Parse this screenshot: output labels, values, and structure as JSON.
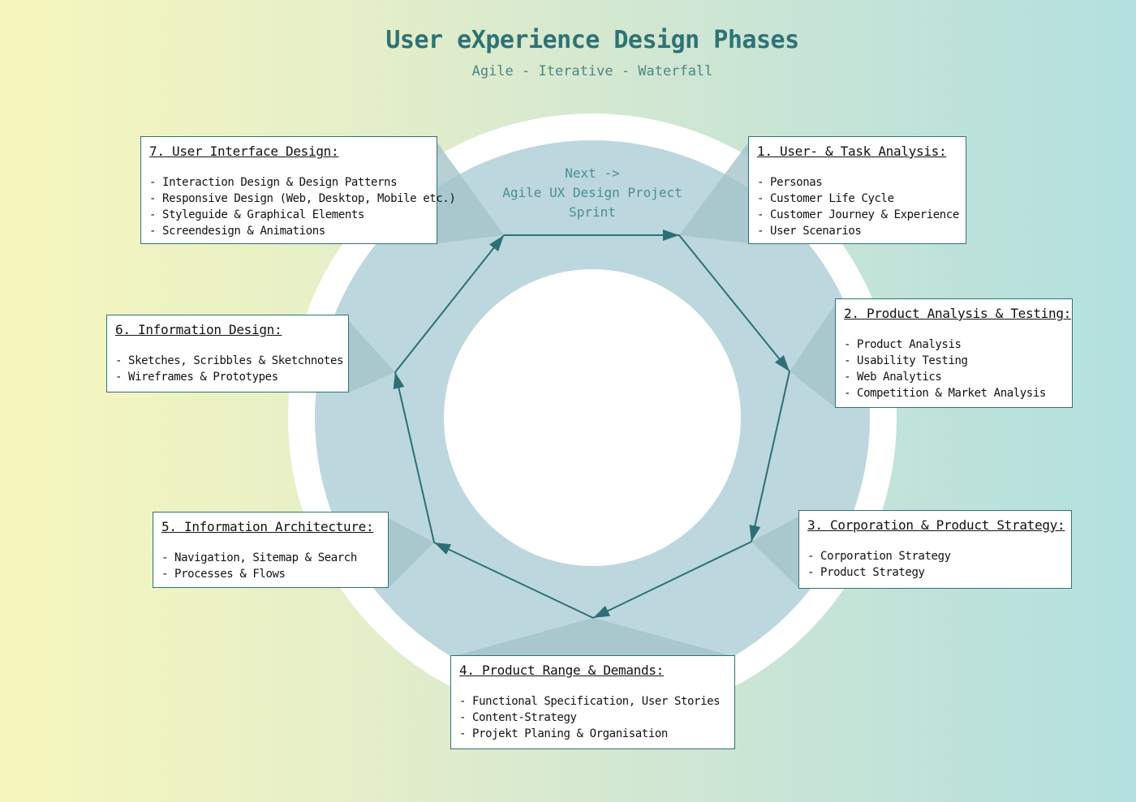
{
  "title": "User eXperience Design Phases",
  "subtitle": "Agile - Iterative - Waterfall",
  "center": {
    "lines": [
      "Next ->",
      "Agile UX Design Project",
      "Sprint"
    ]
  },
  "phases": [
    {
      "title": "1. User- & Task Analysis:",
      "items": [
        "- Personas",
        "- Customer Life Cycle",
        "- Customer Journey & Experience",
        "- User Scenarios"
      ]
    },
    {
      "title": "2. Product Analysis & Testing:",
      "items": [
        "- Product Analysis",
        "- Usability Testing",
        "- Web Analytics",
        "- Competition & Market Analysis"
      ]
    },
    {
      "title": "3. Corporation & Product Strategy:",
      "items": [
        "- Corporation Strategy",
        "- Product Strategy"
      ]
    },
    {
      "title": "4. Product Range & Demands:",
      "items": [
        "- Functional Specification, User Stories",
        "- Content-Strategy",
        "- Projekt Planing & Organisation"
      ]
    },
    {
      "title": "5. Information Architecture:",
      "items": [
        "- Navigation, Sitemap & Search",
        "- Processes & Flows"
      ]
    },
    {
      "title": "6. Information Design:",
      "items": [
        "- Sketches, Scribbles & Sketchnotes",
        "- Wireframes & Prototypes"
      ]
    },
    {
      "title": "7. User Interface Design:",
      "items": [
        "- Interaction Design & Design Patterns",
        "- Responsive Design (Web, Desktop, Mobile etc.)",
        "- Styleguide & Graphical Elements",
        "- Screendesign & Animations"
      ]
    }
  ],
  "colors": {
    "ring_outer": "#ffffff",
    "ring_band": "#bdd7df",
    "connector": "#a4c4c9",
    "arrow": "#2d6f74",
    "title": "#2f7274",
    "box_border": "#2f7276"
  }
}
